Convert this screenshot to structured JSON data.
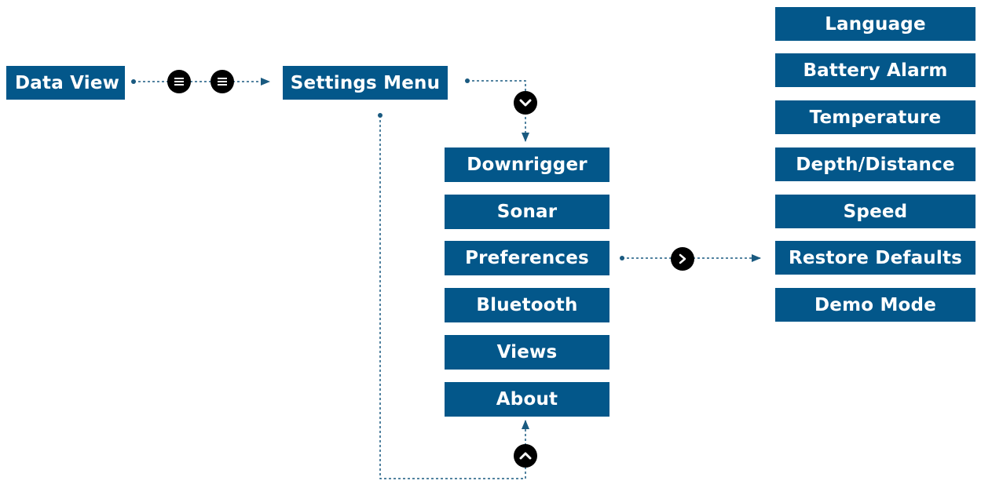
{
  "nodes": {
    "data_view": "Data View",
    "settings_menu": "Settings Menu"
  },
  "settings_items": [
    "Downrigger",
    "Sonar",
    "Preferences",
    "Bluetooth",
    "Views",
    "About"
  ],
  "preferences_items": [
    "Language",
    "Battery Alarm",
    "Temperature",
    "Depth/Distance",
    "Speed",
    "Restore Defaults",
    "Demo Mode"
  ],
  "buttons": {
    "menu_button_icon": "menu-icon",
    "down_button_icon": "chevron-down-icon",
    "up_button_icon": "chevron-up-icon",
    "right_button_icon": "chevron-right-icon"
  },
  "colors": {
    "box_fill": "#03578a",
    "connector": "#1a5a80",
    "button_fill": "#000000",
    "text": "#ffffff"
  }
}
